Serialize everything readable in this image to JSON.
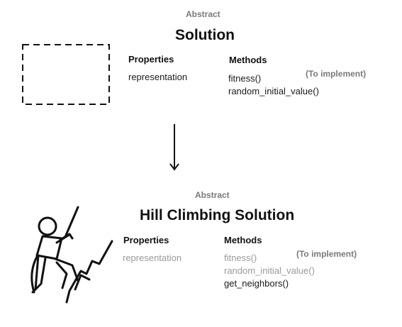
{
  "top_class": {
    "abstract_label": "Abstract",
    "title": "Solution",
    "properties_heading": "Properties",
    "properties": [
      "representation"
    ],
    "methods_heading": "Methods",
    "methods": [
      "fitness()",
      "random_initial_value()"
    ],
    "note": "(To implement)",
    "icon": "dashed-placeholder-icon"
  },
  "inheritance_arrow": {
    "icon": "arrow-down-icon"
  },
  "bottom_class": {
    "abstract_label": "Abstract",
    "title": "Hill Climbing Solution",
    "properties_heading": "Properties",
    "properties": [
      "representation"
    ],
    "methods_heading": "Methods",
    "methods": [
      "fitness()",
      "random_initial_value()",
      "get_neighbors()"
    ],
    "note": "(To implement)",
    "icon": "climber-icon"
  }
}
